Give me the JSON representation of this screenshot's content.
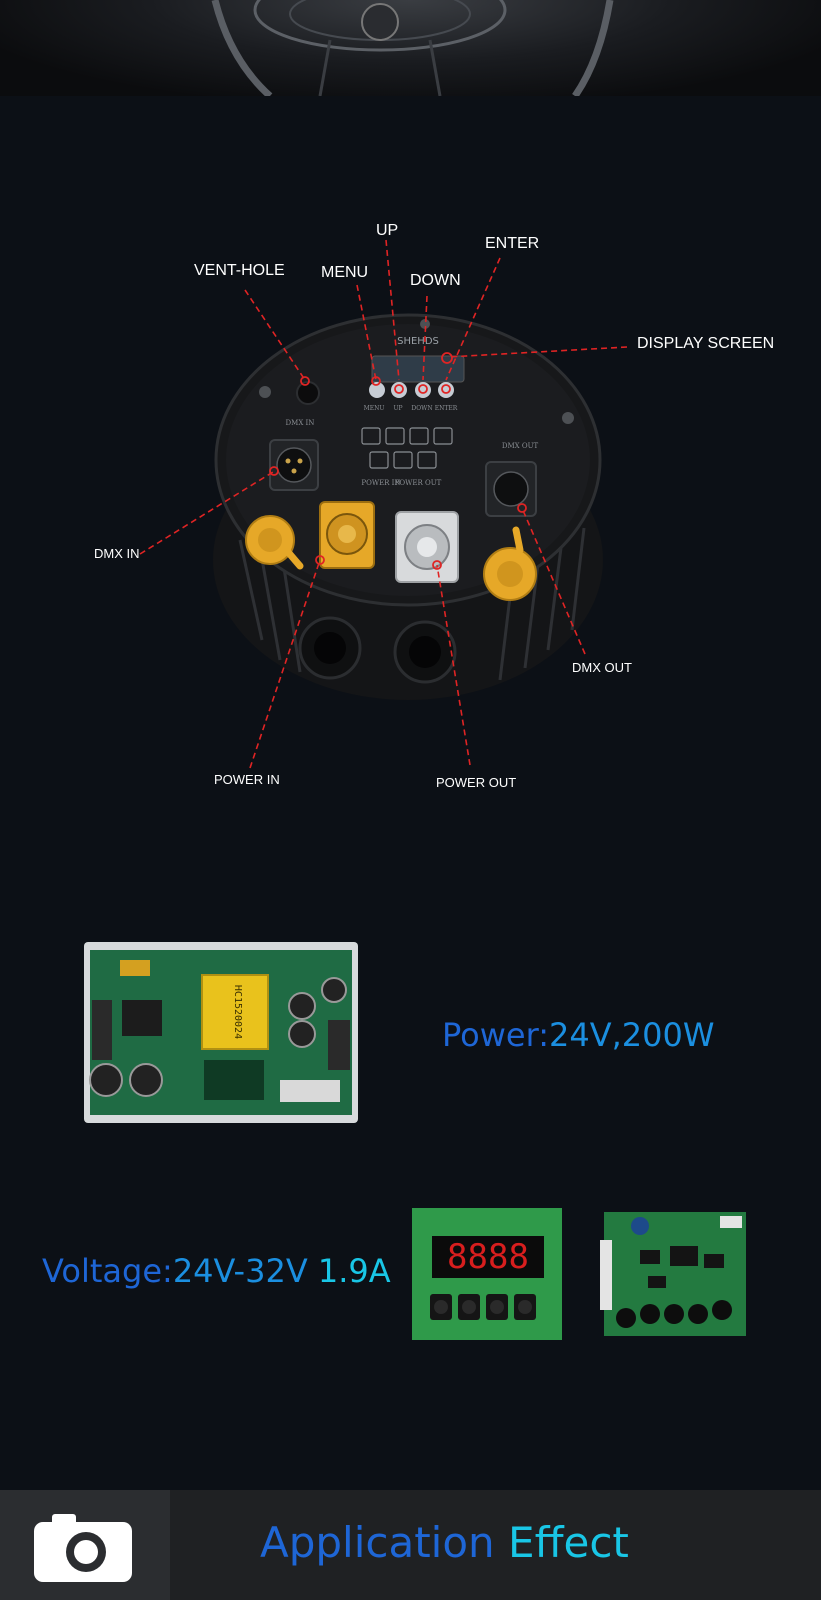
{
  "callouts": {
    "up": "UP",
    "enter": "ENTER",
    "vent_hole": "VENT-HOLE",
    "menu": "MENU",
    "down": "DOWN",
    "display_screen": "DISPLAY SCREEN",
    "dmx_in": "DMX IN",
    "dmx_out": "DMX OUT",
    "power_in": "POWER IN",
    "power_out": "POWER OUT"
  },
  "device": {
    "brand": "SHEHDS",
    "display_digits": "8888",
    "button_labels": [
      "MENU",
      "UP",
      "DOWN",
      "ENTER"
    ],
    "panel_dmx_in": "DMX IN",
    "panel_dmx_out": "DMX OUT",
    "panel_power_in": "POWER IN",
    "panel_power_out": "POWER OUT"
  },
  "specs": {
    "power_label": "Power:",
    "power_value": "24V,200W",
    "voltage_label": "Voltage:",
    "voltage_value": "24V-32V",
    "current_value": "1.9A"
  },
  "footer": {
    "title_part1": "Application",
    "title_part2": "Effect"
  },
  "colors": {
    "callout_line": "#e02424",
    "spec_blue": "#1e66d6",
    "spec_cyan": "#19c6e6",
    "background": "#0c1016"
  },
  "icons": {
    "footer": "camera-icon"
  }
}
